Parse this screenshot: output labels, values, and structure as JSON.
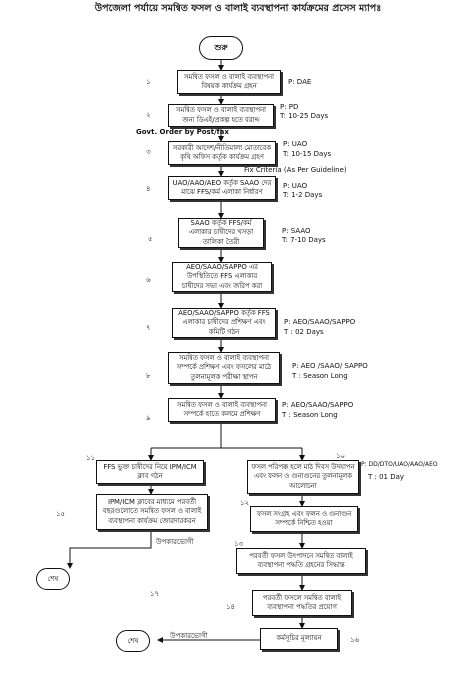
{
  "title": "উপজেলা পর্যায়ে সমন্বিত ফসল ও বালাই ব্যবস্থাপনা কার্যক্রমের প্রসেস ম্যাপঃ",
  "start_label": "শুরু",
  "steps": [
    {
      "num": "১",
      "text": "সমন্বিত ফসল ও বালাই ব্যবস্থাপনা বিষয়ক কার্যক্রম গ্রহন",
      "p": "P: DAE",
      "t": ""
    },
    {
      "num": "২",
      "text": "সমন্বিত ফসল ও বালাই ব্যবস্থাপনা জন্য ডিএই/প্রকল্প হতে বরাদ্দ",
      "p": "P: PD",
      "t": "T: 10-25 Days"
    },
    {
      "num": "৩",
      "text": "সরকারী আদেশ/নীতিমালা মোতাবেক কৃষি অফিস কর্তৃক কার্যক্রম গ্রহণ",
      "p": "P: UAO",
      "t": "T: 10-15 Days"
    },
    {
      "num": "৪",
      "text": "UAO/AAO/AEO কর্তৃক SAAO দের মাঝে FFS/কর্ম এলাকা নির্ধারণ",
      "p": "P: UAO",
      "t": "T: 1-2 Days"
    },
    {
      "num": "৫",
      "text": "SAAO কর্তৃক FFS/কর্ম এলাকার চাষীদের খসড়া তালিকা তৈরী",
      "p": "P: SAAO",
      "t": "T: 7-10 Days"
    },
    {
      "num": "৬",
      "text": "AEO/SAAO/SAPPO এর উপস্থিতিতে FFS এলাকার চাষীদের সভা এবং জরিপ করা",
      "p": "",
      "t": ""
    },
    {
      "num": "৭",
      "text": "AEO/SAAO/SAPPO কর্তৃক FFS এলাকার চাষীদের প্রশিক্ষণ এবং কমিটি গঠন",
      "p": "P: AEO/SAAO/SAPPO",
      "t": "T : 02 Days"
    },
    {
      "num": "৮",
      "text": "সমন্বিত ফসল ও বালাই ব্যবস্থাপনা সম্পর্কে প্রশিক্ষণ এবং ফসলের মাঠে তুলনামূলক পরীক্ষা স্থাপন",
      "p": "P: AEO /SAAO/ SAPPO",
      "t": "T : Season Long"
    },
    {
      "num": "৯",
      "text": "সমন্বিত ফসল ও বালাই ব্যবস্থাপনা সম্পর্কে হাতে কলমে প্রশিক্ষণ",
      "p": "P: AEO/SAAO/SAPPO",
      "t": "T : Season Long"
    },
    {
      "num": "১১",
      "text": "FFS ভুক্ত চাষীদের নিয়ে IPM/ICM ক্লাব গঠন",
      "p": "",
      "t": ""
    },
    {
      "num": "১০",
      "text": "ফসল পরিপক্ক হলে মাঠ দিবস উদযাপন এবং ফলন ও গুনাগুনের তুলনামূলক আলোচনা",
      "p": "P: DD/DTO/UAO/AAO/AEO",
      "t": "T : 01 Day"
    },
    {
      "num": "১৫",
      "text": "IPM/ICM ক্লাবের মাধ্যমে পরবর্তী বছরগুলোতে সমন্বিত ফসল ও বালাই ব্যবস্থাপনা কার্যক্রম জোরদারকরন",
      "p": "",
      "t": ""
    },
    {
      "num": "১২",
      "text": "ফসল সংগ্রহ এবং ফলন ও গুনাগুন সম্পর্কে নিশ্চিত হওয়া",
      "p": "",
      "t": ""
    },
    {
      "num": "১৩",
      "text": "পরবর্তী ফসল উৎপাদনে সমন্বিত বালাই ব্যবস্থাপনা পদ্ধতি গ্রহনের সিদ্ধান্ত",
      "p": "",
      "t": ""
    },
    {
      "num": "১৪",
      "text": "পরবর্তী ফসলে সমন্বিত বালাই ব্যবস্থাপনা পদ্ধতির প্রয়োগ",
      "p": "",
      "t": ""
    },
    {
      "num": "১৬",
      "text": "কর্মসূচির মূল্যায়ন",
      "p": "",
      "t": ""
    }
  ],
  "notes": {
    "govt_order": "Govt. Order by Post/fax",
    "fix_criteria": "Fix Criteria (As Per Guideline)"
  },
  "beneficiary": "উপকারভোগী",
  "end_label": "শেষ",
  "num17": "১৭"
}
